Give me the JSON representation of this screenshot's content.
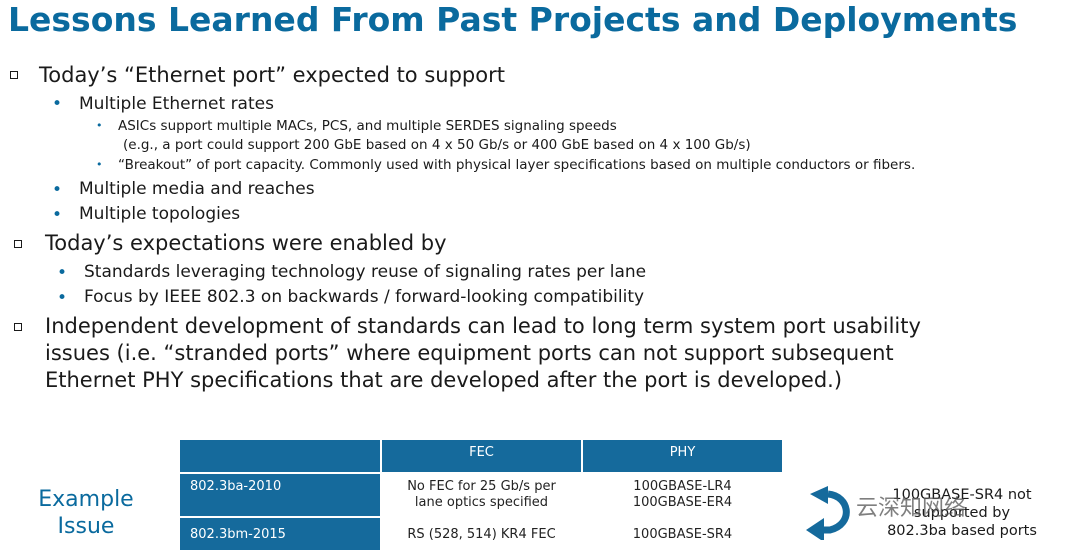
{
  "title": "Lessons Learned From Past Projects and Deployments",
  "bullets": {
    "b1": "Today’s “Ethernet port” expected to support",
    "b1_1": "Multiple Ethernet rates",
    "b1_1_1": "ASICs support multiple MACs, PCS, and multiple SERDES signaling speeds",
    "b1_1_1b": "(e.g., a port could  support 200 GbE based on 4 x 50 Gb/s or 400 GbE based on 4 x 100 Gb/s)",
    "b1_1_2": "“Breakout” of port capacity.  Commonly used with physical layer specifications based on multiple conductors or fibers.",
    "b1_2": "Multiple media and reaches",
    "b1_3": "Multiple topologies",
    "b2": "Today’s expectations were enabled by",
    "b2_1": "Standards leveraging technology reuse of signaling rates per lane",
    "b2_2": "Focus by IEEE 802.3 on backwards / forward-looking compatibility",
    "b3_l1": "Independent development of standards can lead to long term system port usability",
    "b3_l2": "issues (i.e. “stranded ports” where equipment ports can not support subsequent",
    "b3_l3": "Ethernet PHY specifications that are developed after the port is developed.)"
  },
  "example": {
    "line1": "Example",
    "line2": "Issue"
  },
  "table": {
    "headers": [
      "",
      "FEC",
      "PHY"
    ],
    "rows": [
      {
        "std": "802.3ba-2010",
        "fec_l1": "No FEC for 25 Gb/s per",
        "fec_l2": "lane optics specified",
        "phy_l1": "100GBASE-LR4",
        "phy_l2": "100GBASE-ER4"
      },
      {
        "std": "802.3bm-2015",
        "fec_l1": "RS (528, 514) KR4 FEC",
        "fec_l2": "",
        "phy_l1": "100GBASE-SR4",
        "phy_l2": ""
      }
    ]
  },
  "note": {
    "l1": "100GBASE-SR4 not",
    "l2": "supported by",
    "l3": "802.3ba based ports"
  },
  "watermark": "云深知网络",
  "colors": {
    "accent": "#0a6a9e",
    "table_header": "#156a9c"
  }
}
